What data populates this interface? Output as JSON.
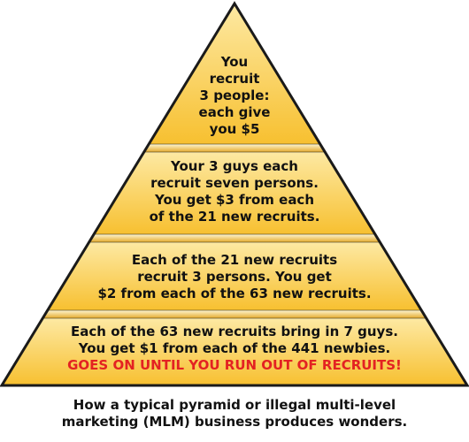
{
  "colors": {
    "outline": "#1a1a1a",
    "fill_top": "#fde9a3",
    "fill_bottom": "#f7c030",
    "band_top": "#fff6d0",
    "band_bottom": "#e3aa2c",
    "text": "#111111",
    "warning": "#e32222"
  },
  "tiers": [
    {
      "lines": [
        "You",
        "recruit",
        "3 people:",
        "each give",
        "you $5"
      ]
    },
    {
      "lines": [
        "Your 3 guys each",
        "recruit seven persons.",
        "You get $3 from each",
        "of the 21 new recruits."
      ]
    },
    {
      "lines": [
        "Each of the 21 new recruits",
        "recruit 3 persons. You get",
        "$2 from each of the 63 new recruits."
      ]
    },
    {
      "lines": [
        "Each of the 63 new recruits bring in 7 guys.",
        "You get $1 from each of the 441 newbies."
      ],
      "warning": "GOES ON UNTIL YOU RUN OUT OF RECRUITS!"
    }
  ],
  "caption": {
    "line1": "How a typical pyramid or illegal multi-level",
    "line2": "marketing (MLM) business produces wonders."
  }
}
